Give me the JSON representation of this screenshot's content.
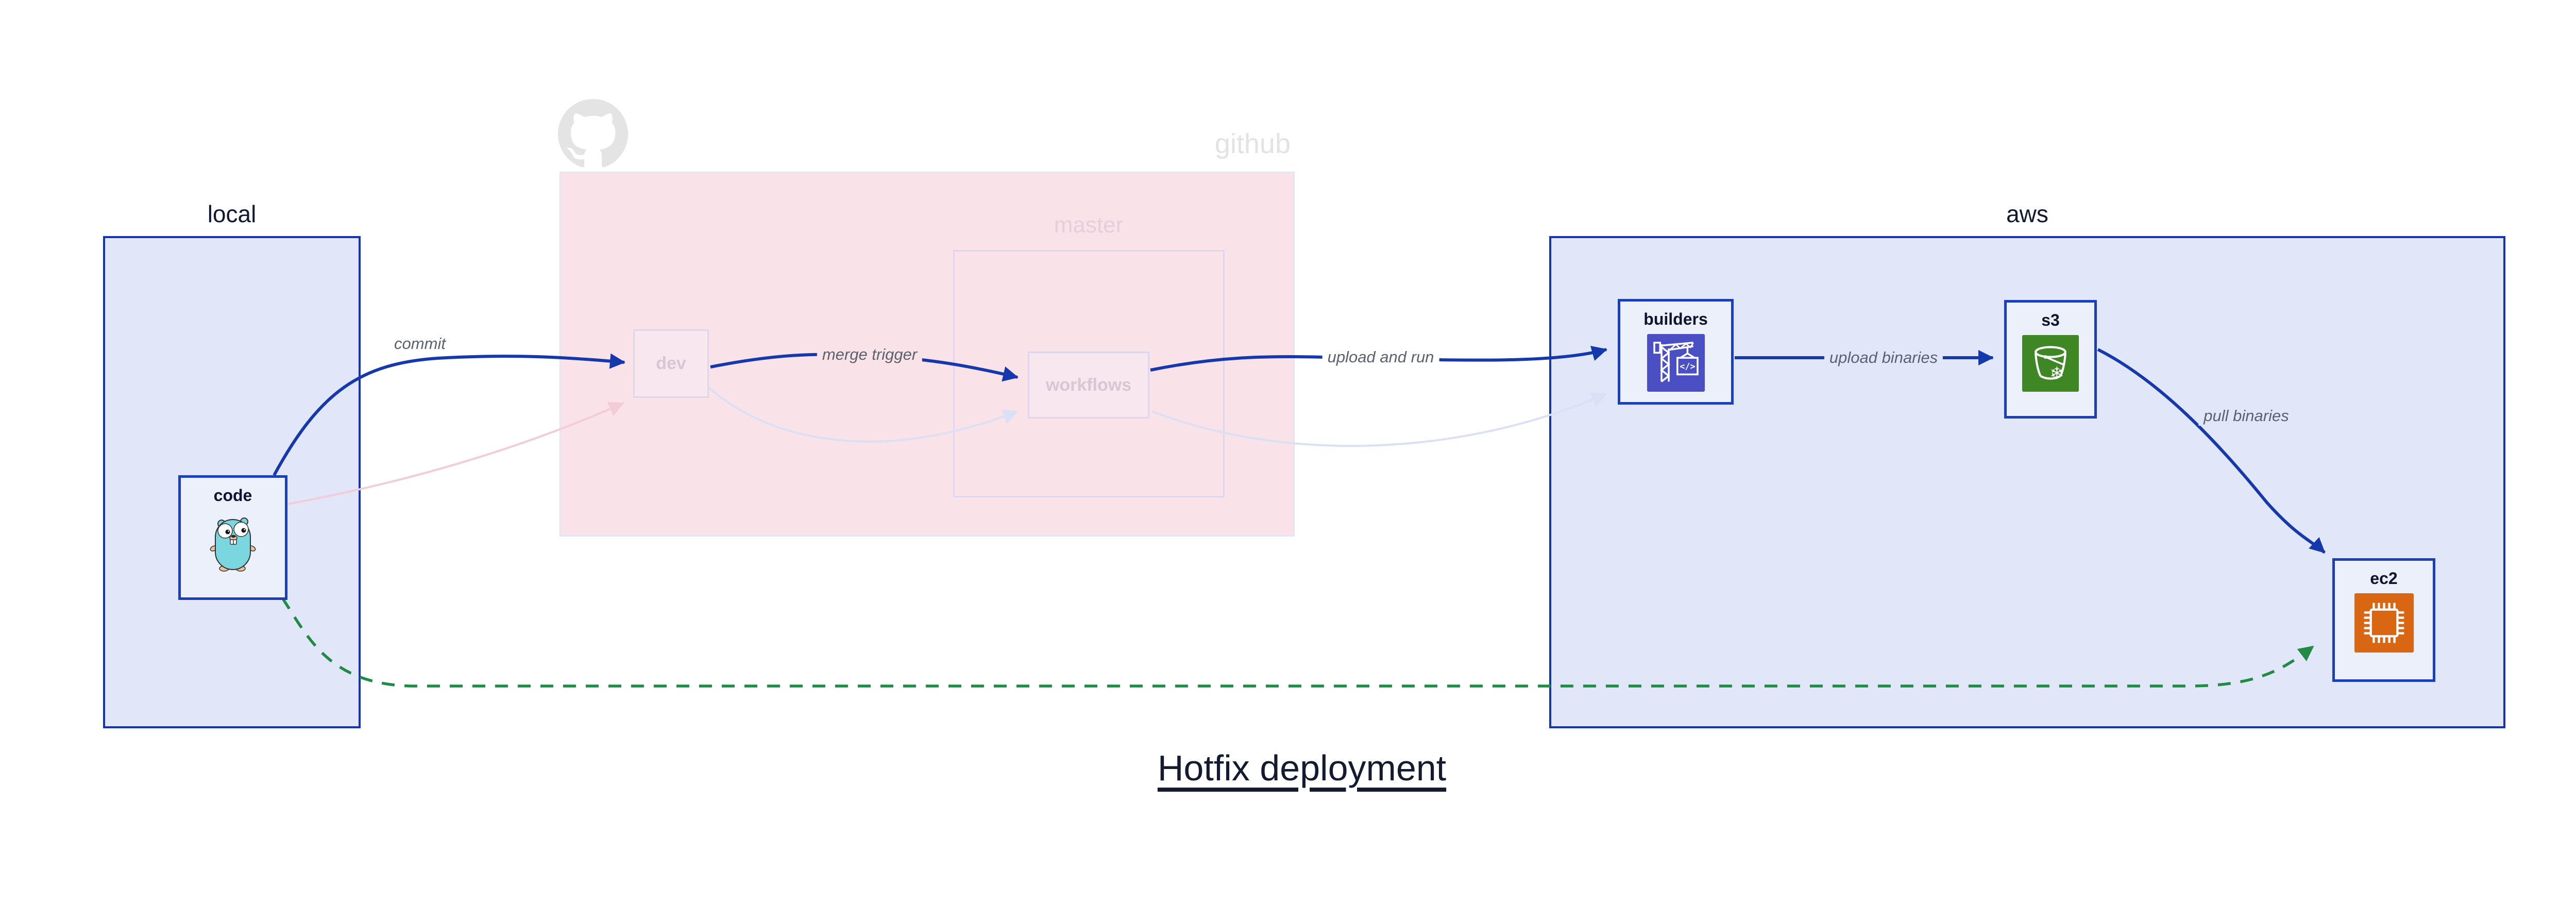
{
  "title": {
    "text": "Hotfix deployment"
  },
  "clusters": {
    "local": {
      "label": "local"
    },
    "github": {
      "label": "github"
    },
    "master": {
      "label": "master"
    },
    "aws": {
      "label": "aws"
    }
  },
  "nodes": {
    "code": {
      "label": "code",
      "icon": "go-gopher-icon"
    },
    "dev": {
      "label": "dev",
      "icon": ""
    },
    "workflows": {
      "label": "workflows",
      "icon": ""
    },
    "builders": {
      "label": "builders",
      "icon": "aws-codebuild-icon"
    },
    "s3": {
      "label": "s3",
      "icon": "aws-s3-icon"
    },
    "ec2": {
      "label": "ec2",
      "icon": "aws-ec2-icon"
    }
  },
  "edges": [
    {
      "from": "code",
      "to": "dev",
      "label": "commit",
      "style": "solid-blue"
    },
    {
      "from": "dev",
      "to": "workflows",
      "label": "merge trigger",
      "style": "solid-blue"
    },
    {
      "from": "workflows",
      "to": "builders",
      "label": "upload and run",
      "style": "solid-blue"
    },
    {
      "from": "builders",
      "to": "s3",
      "label": "upload binaries",
      "style": "solid-blue"
    },
    {
      "from": "s3",
      "to": "ec2",
      "label": "pull binaries",
      "style": "solid-blue"
    },
    {
      "from": "code",
      "to": "ec2",
      "label": "",
      "style": "dashed-green"
    },
    {
      "from": "code",
      "to": "dev",
      "label": "",
      "style": "faded-pink"
    },
    {
      "from": "dev",
      "to": "workflows",
      "label": "",
      "style": "faded-lavender"
    },
    {
      "from": "workflows",
      "to": "builders",
      "label": "",
      "style": "faded-lavender"
    }
  ],
  "colors": {
    "arrow_blue": "#1638ad",
    "arrow_green": "#1f8b45",
    "arrow_pink": "#f2ccd8",
    "arrow_lavender": "#dbe0f5",
    "cluster_fill": "#e1e7f9",
    "cluster_border": "#1535ae",
    "github_fill": "#fae2e9",
    "node_fill": "#ecf0fb",
    "node_border": "#1b3fba",
    "codebuild_icon": "#4b4fc4",
    "s3_icon": "#3f8624",
    "ec2_icon": "#d86613",
    "title_color": "#141b31",
    "edge_label_color": "#5a626e"
  }
}
